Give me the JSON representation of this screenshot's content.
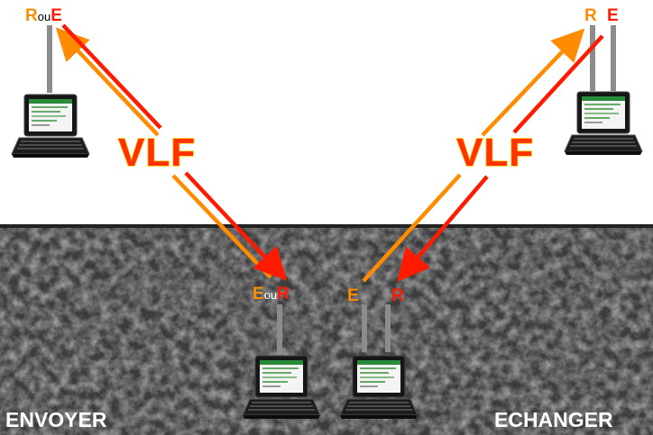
{
  "colors": {
    "sky": "#ffffff",
    "ground": "#5a5a5a",
    "ground_dark": "#3c3c3c",
    "ground_line": "#222222",
    "orange": "#ff8c00",
    "red": "#ff1a00",
    "antenna": "#8c8c8c",
    "vlf_fill": "#ff3300",
    "vlf_outline": "#ffcc00",
    "white": "#ffffff"
  },
  "labels": {
    "top_left": {
      "r": "R",
      "ou": "ou",
      "e": "E"
    },
    "bottom_center": {
      "e": "E",
      "ou": "ou",
      "r": "R"
    },
    "top_right": {
      "r": "R",
      "e": "E"
    },
    "bottom_right": {
      "e": "E",
      "r": "R"
    },
    "vlf_left": "VLF",
    "vlf_right": "VLF",
    "envoyer": "ENVOYER",
    "echanger": "ECHANGER"
  },
  "icons": [
    "laptop-icon",
    "antenna-icon",
    "arrow-icon"
  ]
}
